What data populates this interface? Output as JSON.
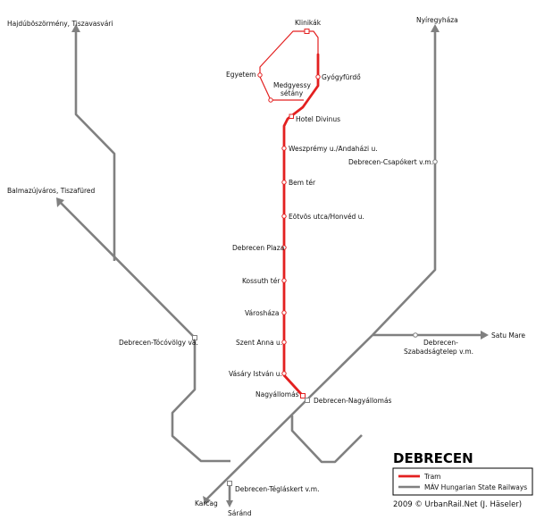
{
  "title": "DEBRECEN",
  "credit": "2009 © UrbanRail.Net (J. Häseler)",
  "colors": {
    "tram": "#e32020",
    "rail": "#808080",
    "background": "#ffffff",
    "text": "#111111"
  },
  "legend": {
    "tram": "Tram",
    "rail": "MÁV Hungarian State Railways"
  },
  "tram_stations": [
    "Klinikák",
    "Gyógyfürdő",
    "Egyetem",
    "Medgyessy",
    "sétány",
    "Hotel Divinus",
    "Weszprémy u./Andaházi u.",
    "Bem tér",
    "Eötvös utca/Honvéd u.",
    "Debrecen Plaza",
    "Kossuth tér",
    "Városháza",
    "Szent Anna u.",
    "Vásáry István u.",
    "Nagyállomás"
  ],
  "rail_stations": {
    "hajdubo": "Hajdúböszörmény, Tiszavasvári",
    "balmaz": "Balmazújváros, Tiszafüred",
    "tocovolgy": "Debrecen-Tócóvölgy vá.",
    "nyiregyhaza": "Nyíregyháza",
    "csapokert": "Debrecen-Csapókert v.m.",
    "satumare": "Satu Mare",
    "szabadsag1": "Debrecen-",
    "szabadsag2": "Szabadságtelep v.m.",
    "nagyallomas": "Debrecen-Nagyállomás",
    "karcag": "Karcag",
    "teglaskert": "Debrecen-Téglás­kert v.m.",
    "sarand": "Sáránd"
  }
}
